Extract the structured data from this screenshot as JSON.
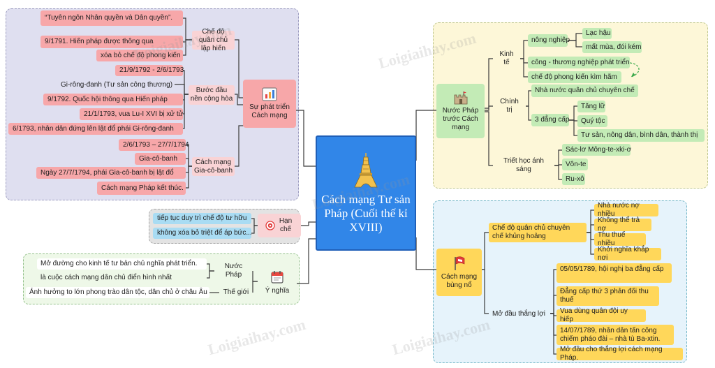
{
  "center": {
    "title": "Cách mạng Tư sản Pháp (Cuối thế kỉ XVIII)"
  },
  "watermark": {
    "text": "Loigiaihay.com"
  },
  "colors": {
    "center": "#3186e8",
    "pink_panel": "#dfdff0",
    "yellow_panel": "#fdf7d8",
    "blue_panel": "#e6f3fb",
    "green_panel": "#eef8e8"
  },
  "su_phat_trien": {
    "label": "Sự phát triển Cách mạng",
    "icon": "bar-chart-icon",
    "che_do_quan_chu_lap_hien": {
      "label": "Chế độ quân chủ lập hiến",
      "items": [
        "“Tuyên ngôn Nhân quyền và Dân quyền”.",
        "9/1791. Hiến pháp được thông qua",
        "xóa bỏ chế độ phong kiến"
      ]
    },
    "buoc_dau_nen_cong_hoa": {
      "label": "Bước đầu nền cộng hòa",
      "items": [
        "21/9/1792 - 2/6/1793",
        "Gi-rông-đanh (Tư sản công thương)",
        "9/1792. Quốc hội thông qua Hiến pháp",
        "21/1/1793, vua Lu-I XVI bị xử tử",
        "6/1793, nhân dân đứng lên lật đổ phái Gi-rông-đanh"
      ]
    },
    "cach_mang_gia_co_banh": {
      "label": "Cách mạng Gia-cô-banh",
      "items": [
        "2/6/1793 – 27/7/1794",
        "Gia-cô-banh",
        "Ngày 27/7/1794, phái Gia-cô-banh bị lật đổ",
        "Cách mạng Pháp kết thúc."
      ]
    }
  },
  "han_che": {
    "label": "Hạn chế",
    "icon": "target-icon",
    "items": [
      "tiếp tục duy trì chế độ tư hữu",
      "không xóa bỏ triệt để áp bức..."
    ]
  },
  "y_nghia": {
    "label": "Ý nghĩa",
    "icon": "notebook-icon",
    "nuoc_phap": {
      "label": "Nước Pháp",
      "items": [
        "Mở đường cho kinh tế tư bản chủ nghĩa phát triển.",
        "là cuộc cách mạng dân chủ điển hình nhất"
      ]
    },
    "the_gioi": {
      "label": "Thế giới",
      "items": [
        "Ảnh hưởng to lớn phong trào dân tộc, dân chủ ở  châu Âu"
      ]
    }
  },
  "nuoc_phap_truoc_cach_mang": {
    "label": "Nước Pháp trước Cách  mạng",
    "icon": "castle-icon",
    "kinh_te": {
      "label": "Kinh tế",
      "nong_nghiep": {
        "label": "nông nghiệp",
        "items": [
          "Lạc hậu",
          "mất mùa, đói kém"
        ]
      },
      "items": [
        "công - thương nghiệp phát triển",
        "chế độ phong kiến kìm hãm"
      ]
    },
    "chinh_tri": {
      "label": "Chính trị",
      "item": "Nhà nước quân chủ chuyên chế",
      "ba_dang_cap": {
        "label": "3 đẳng cấp",
        "items": [
          "Tăng lữ",
          "Quý tộc",
          "Tư sản, nông dân, bình dân, thành thị"
        ]
      }
    },
    "triet_hoc": {
      "label": "Triết học ánh sáng",
      "items": [
        "Sác-lơ Mông-te-xki-ơ",
        "Vôn-te",
        "Ru-xô"
      ]
    }
  },
  "cach_mang_bung_no": {
    "label": "Cách mạng bùng nổ",
    "icon": "flag-icon",
    "khung_hoang": {
      "label": "Chế độ quân chủ chuyên chế khủng hoảng",
      "items": [
        "Nhà nước nợ nhiều",
        "Không thể trả nợ",
        "Thu thuế nhiều",
        "Khởi nghĩa khắp nơi"
      ]
    },
    "mo_dau": {
      "label": "Mở đầu thắng lợi",
      "items": [
        "05/05/1789, hội nghị ba đẳng cấp",
        "Đẳng cấp  thứ 3 phản đối  thu thuế",
        "Vua dùng quân đội uy hiếp",
        "14/07/1789, nhân dân tấn công chiếm pháo đài – nhà tù Ba-xtin.",
        "Mở đầu cho thắng lợi cách mạng Pháp."
      ]
    }
  }
}
